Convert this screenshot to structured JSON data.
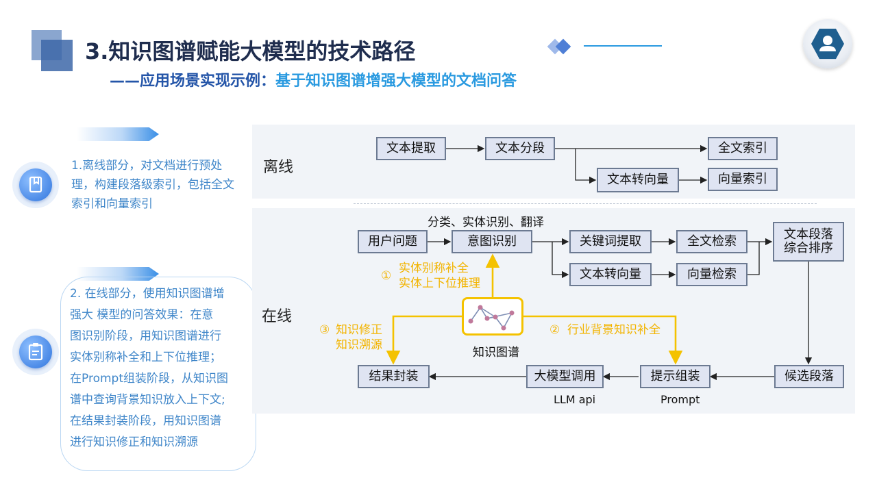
{
  "header": {
    "title": "3.知识图谱赋能大模型的技术路径",
    "subtitle_prefix": "——应用场景实现示例：",
    "subtitle_main": "基于知识图谱增强大模型的文档问答"
  },
  "left": {
    "offline_text": "1.离线部分，对文档进行预处理，构建段落级索引，包括全文索引和向量索引",
    "offline_icon": "book-icon",
    "online_lines": [
      "2. 在线部分，使用知识图谱增",
      "强大  模型的问答效果：在意",
      "图识别阶段，用知识图谱进行",
      "实体别称补全和上下位推理；",
      "在Prompt组装阶段，从知识图",
      "谱中查询背景知识放入上下文;",
      "在结果封装阶段，用知识图谱",
      "进行知识修正和知识溯源"
    ],
    "online_icon": "clipboard-icon"
  },
  "offline": {
    "label": "离线",
    "nodes": {
      "extract": "文本提取",
      "segment": "文本分段",
      "fulltext_index": "全文索引",
      "to_vector": "文本转向量",
      "vector_index": "向量索引"
    }
  },
  "online": {
    "label": "在线",
    "nodes": {
      "question": "用户问题",
      "intent": "意图识别",
      "keyword": "关键词提取",
      "fulltext_search": "全文检索",
      "rank_line1": "文本段落",
      "rank_line2": "综合排序",
      "to_vector": "文本转向量",
      "vector_search": "向量检索",
      "candidate": "候选段落",
      "prompt": "提示组装",
      "llm_call": "大模型调用",
      "result": "结果封装"
    },
    "labels": {
      "intent_top": "分类、实体识别、翻译",
      "llm_api": "LLM api",
      "prompt": "Prompt",
      "kg": "知识图谱"
    },
    "kg_links": {
      "link1_num": "①",
      "link1_line1": "实体别称补全",
      "link1_line2": "实体上下位推理",
      "link2_num": "②",
      "link2_text": "行业背景知识补全",
      "link3_num": "③",
      "link3_line1": "知识修正",
      "link3_line2": "知识溯源"
    }
  },
  "colors": {
    "title": "#1f2d4e",
    "subtitle_prefix": "#2455a8",
    "subtitle_main": "#2a9ae0",
    "side_text": "#3f86c9",
    "node_fill": "#dfe4f2",
    "node_border": "#6c7a92",
    "kg_yellow": "#f4c200",
    "panel": "#f1f4f8"
  }
}
